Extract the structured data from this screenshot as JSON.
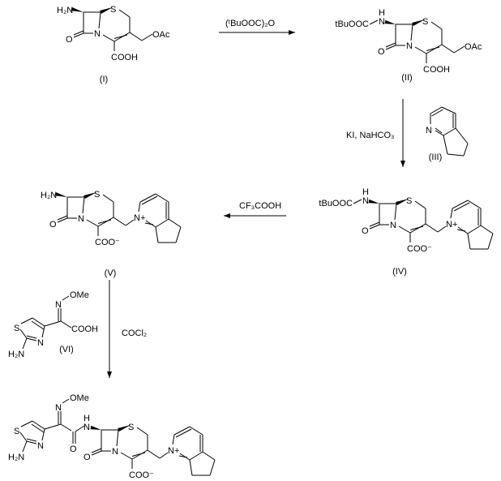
{
  "colors": {
    "ink": "#000000",
    "background": "#ffffff"
  },
  "compounds": {
    "I": {
      "label": "(I)",
      "amine": "H₂N",
      "S": "S",
      "N": "N",
      "O": "O",
      "acid": "COOH",
      "side": "OAc"
    },
    "II": {
      "label": "(II)",
      "boc": "tBuOOC",
      "NH_N": "N",
      "NH_H": "H",
      "S": "S",
      "N": "N",
      "O": "O",
      "acid": "COOH",
      "side": "OAc"
    },
    "III": {
      "label": "(III)",
      "N": "N"
    },
    "IV": {
      "label": "(IV)",
      "boc": "tBuOOC",
      "NH_N": "N",
      "NH_H": "H",
      "S": "S",
      "N": "N",
      "O": "O",
      "acid": "COO⁻",
      "pyN": "N+"
    },
    "V": {
      "label": "(V)",
      "amine": "H₂N",
      "S": "S",
      "N": "N",
      "O": "O",
      "acid": "COO⁻",
      "pyN": "N+"
    },
    "VI": {
      "label": "(VI)",
      "S": "S",
      "N": "N",
      "amine": "H₂N",
      "oximeN": "N",
      "OMe": "OMe",
      "acid": "COOH"
    },
    "product": {
      "S": "S",
      "N": "N",
      "O": "O",
      "acid": "COO⁻",
      "pyN": "N+",
      "thS": "S",
      "thN": "N",
      "amine": "H₂N",
      "oximeN": "N",
      "OMe": "OMe",
      "amideO": "O",
      "NH_N": "N",
      "NH_H": "H"
    }
  },
  "reagents": {
    "step1": "(ᵗBuOOC)₂O",
    "step2": "KI, NaHCO₃",
    "step3": "CF₃COOH",
    "step4": "COCl₂"
  }
}
